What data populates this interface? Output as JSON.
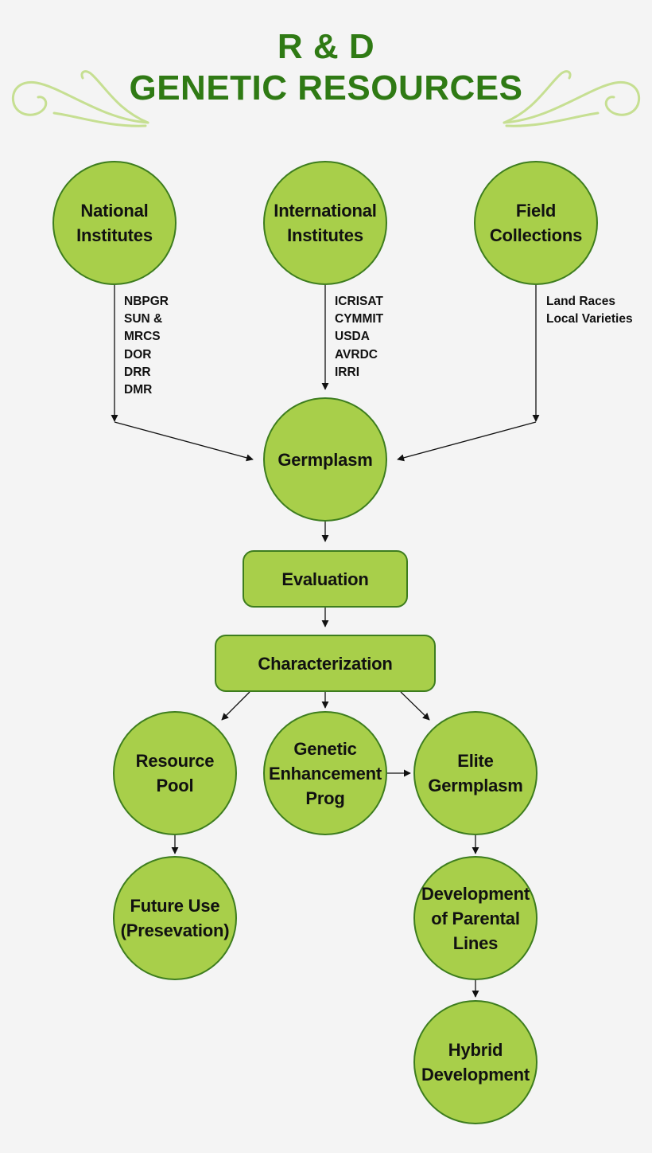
{
  "title": {
    "line1": "R & D",
    "line2": "GENETIC RESOURCES"
  },
  "colors": {
    "title": "#2f7a14",
    "node_fill": "#a8cf4a",
    "node_border": "#3d7d1e",
    "flourish": "#c6df92",
    "background": "#f4f4f4"
  },
  "sources": {
    "national": {
      "label": "National\nInstitutes",
      "items": "NBPGR\nSUN &\nMRCS\nDOR\nDRR\nDMR"
    },
    "international": {
      "label": "International\nInstitutes",
      "items": "ICRISAT\nCYMMIT\nUSDA\nAVRDC\nIRRI"
    },
    "field": {
      "label": "Field\nCollections",
      "items": "Land Races\nLocal Varieties"
    }
  },
  "nodes": {
    "germplasm": "Germplasm",
    "evaluation": "Evaluation",
    "characterization": "Characterization",
    "resource_pool": "Resource\nPool",
    "genetic_enhancement": "Genetic\nEnhancement\nProg",
    "elite_germplasm": "Elite\nGermplasm",
    "future_use": "Future Use\n(Presevation)",
    "parental_lines": "Development\nof Parental\nLines",
    "hybrid_development": "Hybrid\nDevelopment"
  }
}
